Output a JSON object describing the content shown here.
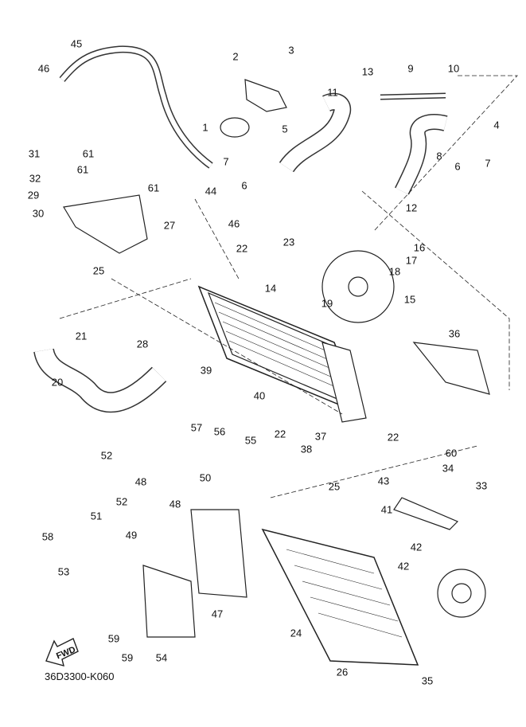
{
  "diagram": {
    "drawing_code": "36D3300-K060",
    "fwd_label": "FWD",
    "callouts": [
      "45",
      "46",
      "3",
      "2",
      "11",
      "1",
      "5",
      "13",
      "9",
      "10",
      "4",
      "6",
      "7",
      "8",
      "12",
      "7",
      "6",
      "44",
      "31",
      "32",
      "61",
      "61",
      "61",
      "29",
      "30",
      "27",
      "46",
      "22",
      "23",
      "16",
      "17",
      "18",
      "25",
      "14",
      "19",
      "15",
      "21",
      "28",
      "36",
      "20",
      "39",
      "40",
      "22",
      "37",
      "38",
      "22",
      "60",
      "34",
      "33",
      "57",
      "56",
      "55",
      "52",
      "50",
      "48",
      "48",
      "52",
      "51",
      "58",
      "49",
      "25",
      "43",
      "41",
      "42",
      "42",
      "53",
      "47",
      "24",
      "59",
      "59",
      "54",
      "26",
      "35"
    ]
  }
}
